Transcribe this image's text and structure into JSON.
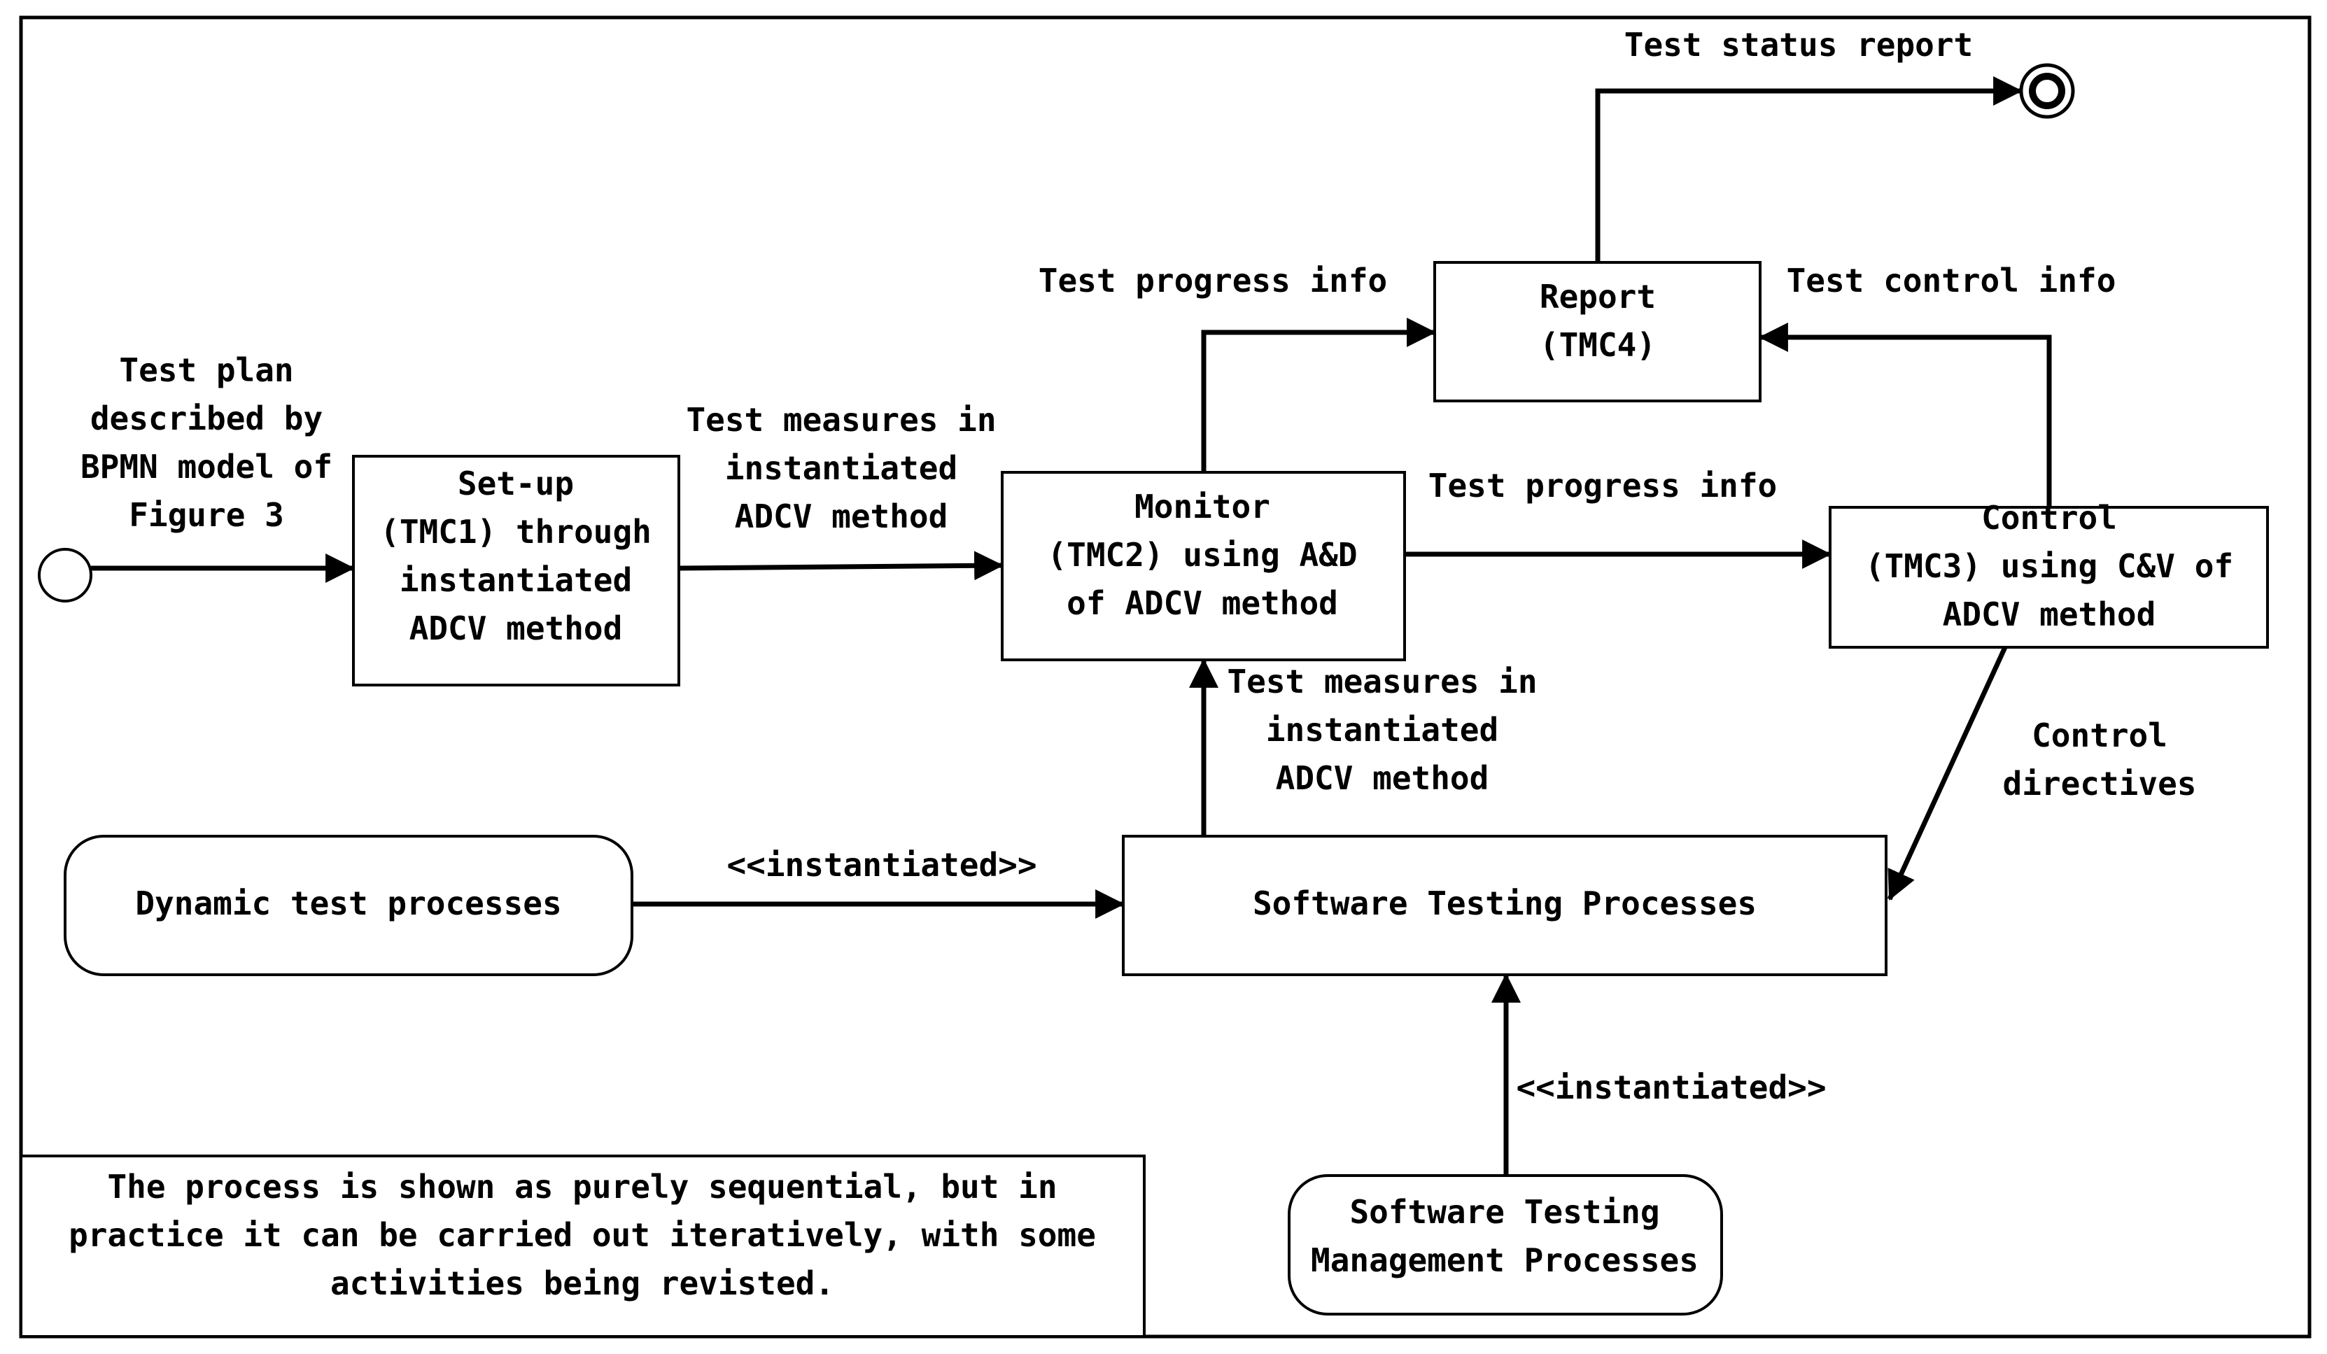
{
  "start_label": [
    "Test plan",
    "described by",
    "BPMN model of",
    "Figure 3"
  ],
  "nodes": {
    "setup": [
      "Set-up",
      "(TMC1) through",
      "instantiated",
      "ADCV method"
    ],
    "monitor": [
      "Monitor",
      "(TMC2) using A&D",
      "of ADCV method"
    ],
    "report": [
      "Report",
      "(TMC4)"
    ],
    "control": [
      "Control",
      "(TMC3) using C&V of",
      "ADCV method"
    ],
    "dynamic": [
      "Dynamic test processes"
    ],
    "stp": [
      "Software Testing Processes"
    ],
    "stmp": [
      "Software Testing",
      "Management Processes"
    ]
  },
  "edges": {
    "setup_to_monitor": [
      "Test measures in",
      "instantiated",
      "ADCV method"
    ],
    "monitor_to_report": [
      "Test progress info"
    ],
    "monitor_to_control": [
      "Test progress info"
    ],
    "control_to_report": [
      "Test control info"
    ],
    "report_to_end": [
      "Test status report"
    ],
    "stp_to_monitor": [
      "Test measures in",
      "instantiated",
      "ADCV method"
    ],
    "control_to_stp": [
      "Control",
      "directives"
    ],
    "dynamic_to_stp": [
      "<<instantiated>>"
    ],
    "stmp_to_stp": [
      "<<instantiated>>"
    ]
  },
  "note": [
    "The process is shown as purely sequential, but in",
    "practice it can be carried out iteratively, with some",
    "activities being revisted."
  ]
}
